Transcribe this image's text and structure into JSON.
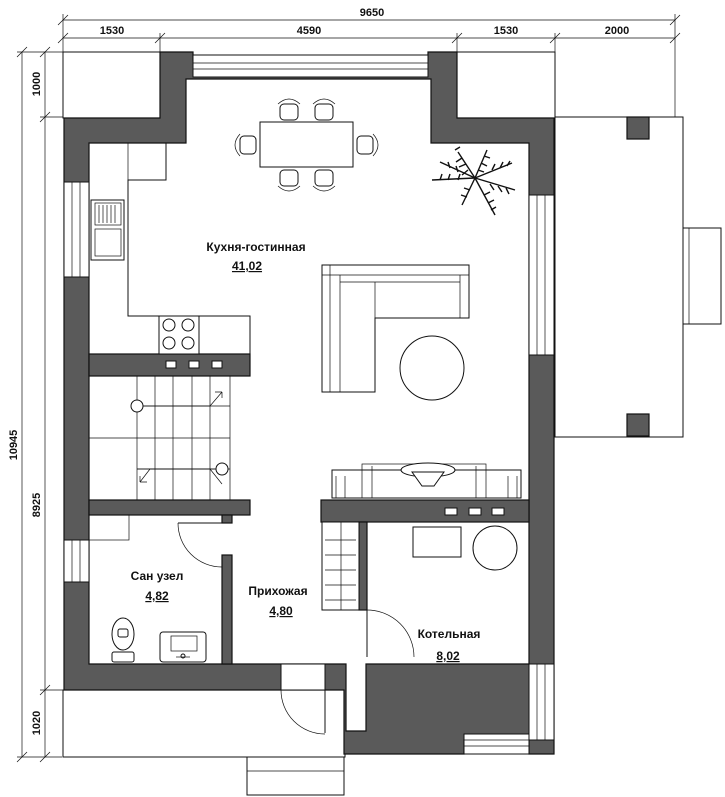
{
  "dimensions": {
    "total_width": "9650",
    "top_segments": [
      "1530",
      "4590",
      "1530",
      "2000"
    ],
    "total_height": "10945",
    "left_segments": [
      "1000",
      "8925",
      "1020"
    ]
  },
  "rooms": [
    {
      "name": "Кухня-гостинная",
      "area": "41,02"
    },
    {
      "name": "Сан узел",
      "area": "4,82"
    },
    {
      "name": "Прихожая",
      "area": "4,80"
    },
    {
      "name": "Котельная",
      "area": "8,02"
    }
  ],
  "colors": {
    "wall": "#5a5a5a",
    "line": "#111111",
    "background": "#ffffff"
  }
}
